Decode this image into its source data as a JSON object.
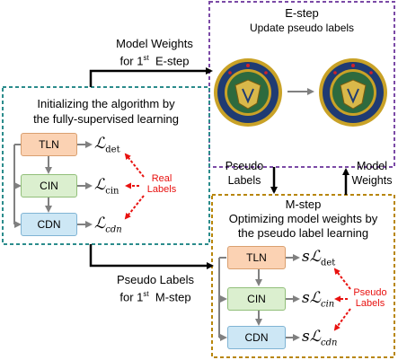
{
  "estep": {
    "title": "E-step",
    "subtitle": "Update pseudo labels"
  },
  "init": {
    "title_line1": "Initializing the algorithm by",
    "title_line2": "the fully-supervised learning",
    "nodes": [
      "TLN",
      "CIN",
      "CDN"
    ],
    "losses": [
      "ℒ",
      "ℒ",
      "ℒ"
    ],
    "loss_subs": [
      "det",
      "cin",
      "cdn"
    ],
    "annotation_line1": "Real",
    "annotation_line2": "Labels"
  },
  "mstep": {
    "title": "M-step",
    "subtitle_line1": "Optimizing model weights by",
    "subtitle_line2": "the pseudo label learning",
    "nodes": [
      "TLN",
      "CIN",
      "CDN"
    ],
    "loss_prefix": "s",
    "losses": [
      "ℒ",
      "ℒ",
      "ℒ"
    ],
    "loss_subs": [
      "det",
      "cin",
      "cdn"
    ],
    "annotation_line1": "Pseudo",
    "annotation_line2": "Labels"
  },
  "arrows": {
    "top_line1": "Model Weights",
    "top_line2_pre": "for 1",
    "top_line2_sup": "st",
    "top_line2_post": "  E-step",
    "bottom_line1": "Pseudo Labels",
    "bottom_line2_pre": "for 1",
    "bottom_line2_sup": "st",
    "bottom_line2_post": "  M-step",
    "down_line1": "Pseudo",
    "down_line2": "Labels",
    "up_line1": "Model",
    "up_line2": "Weights"
  },
  "colors": {
    "estep_border": "#7b4aa6",
    "init_border": "#2b8c8c",
    "mstep_border": "#b8860b",
    "annotation": "#e8110f"
  },
  "icons": [
    "seal-icon",
    "seal-icon"
  ]
}
